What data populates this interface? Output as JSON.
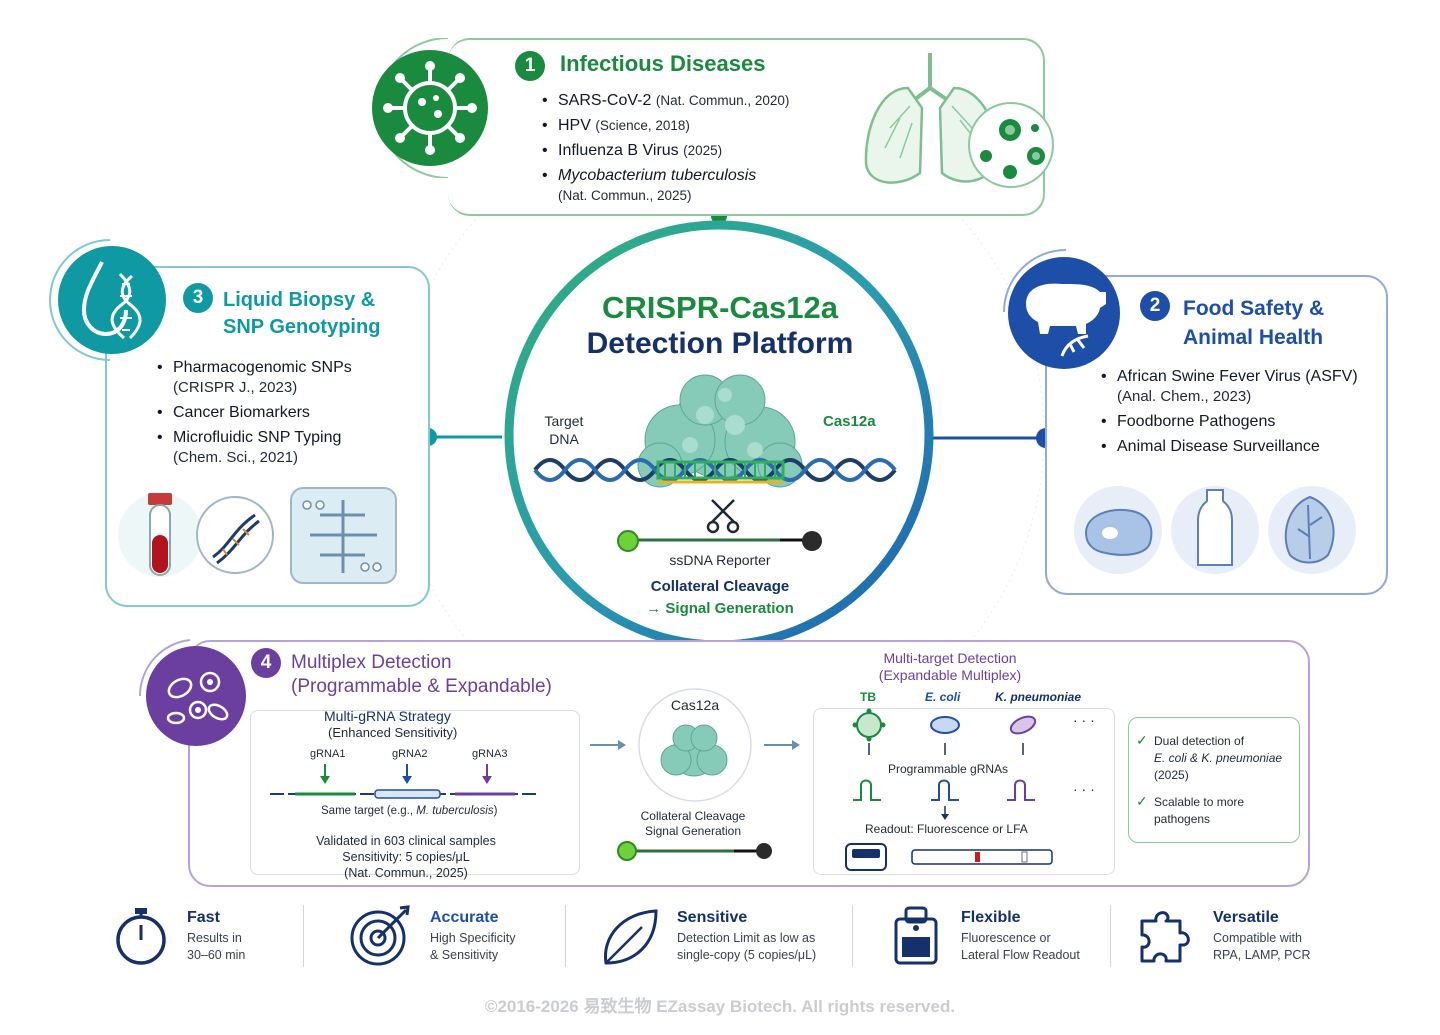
{
  "center": {
    "title": "CRISPR-Cas12a",
    "subtitle": "Detection Platform",
    "target_label_1": "Target",
    "target_label_2": "DNA",
    "cas_label": "Cas12a",
    "reporter_label": "ssDNA Reporter",
    "cleavage_label": "Collateral Cleavage",
    "signal_label": "→ Signal Generation"
  },
  "infectious": {
    "number": "1",
    "title": "Infectious Diseases",
    "items": [
      {
        "name": "SARS-CoV-2",
        "ref": "(Nat. Commun., 2020)"
      },
      {
        "name": "HPV",
        "ref": "(Science, 2018)"
      },
      {
        "name": "Influenza B Virus",
        "ref": "(2025)"
      },
      {
        "name": "Mycobacterium tuberculosis",
        "ref": "(Nat. Commun., 2025)"
      }
    ]
  },
  "food": {
    "number": "2",
    "title_1": "Food Safety &",
    "title_2": "Animal Health",
    "items": [
      {
        "name": "African Swine Fever Virus (ASFV)",
        "ref": "(Anal. Chem., 2023)"
      },
      {
        "name": "Foodborne Pathogens",
        "ref": ""
      },
      {
        "name": "Animal Disease Surveillance",
        "ref": ""
      }
    ]
  },
  "biopsy": {
    "number": "3",
    "title_1": "Liquid Biopsy &",
    "title_2": "SNP Genotyping",
    "items": [
      {
        "name": "Pharmacogenomic SNPs",
        "ref": "(CRISPR J., 2023)"
      },
      {
        "name": "Cancer Biomarkers",
        "ref": ""
      },
      {
        "name": "Microfluidic SNP Typing",
        "ref": "(Chem. Sci., 2021)"
      }
    ]
  },
  "multiplex": {
    "number": "4",
    "title_1": "Multiplex Detection",
    "title_2": "(Programmable & Expandable)",
    "strategy_title": "Multi-gRNA Strategy",
    "strategy_sub": "(Enhanced Sensitivity)",
    "grnas": [
      "gRNA1",
      "gRNA2",
      "gRNA3"
    ],
    "same_target_prefix": "Same target (e.g., ",
    "same_target_species": "M. tuberculosis",
    "same_target_suffix": ")",
    "validated": "Validated in 603 clinical samples",
    "sensitivity": "Sensitivity: 5 copies/μL",
    "validated_ref": "(Nat. Commun., 2025)",
    "cas_label": "Cas12a",
    "cleavage_1": "Collateral Cleavage",
    "cleavage_2": "Signal Generation",
    "multi_title_1": "Multi-target Detection",
    "multi_title_2": "(Expandable Multiplex)",
    "targets": [
      "TB",
      "E. coli",
      "K. pneumoniae"
    ],
    "ellipsis": "· · ·",
    "programmable": "Programmable gRNAs",
    "readout": "Readout: Fluorescence or LFA",
    "note1_1": "Dual detection of",
    "note1_2": "E. coli & K. pneumoniae",
    "note1_3": "(2025)",
    "note2_1": "Scalable to more",
    "note2_2": "pathogens"
  },
  "features": [
    {
      "title": "Fast",
      "line1": "Results in",
      "line2": "30–60 min",
      "icon": "stopwatch-icon"
    },
    {
      "title": "Accurate",
      "line1": "High Specificity",
      "line2": "& Sensitivity",
      "icon": "target-icon"
    },
    {
      "title": "Sensitive",
      "line1": "Detection Limit as low as",
      "line2": "single-copy (5 copies/μL)",
      "icon": "leaf-icon"
    },
    {
      "title": "Flexible",
      "line1": "Fluorescence or",
      "line2": "Lateral Flow Readout",
      "icon": "cartridge-icon"
    },
    {
      "title": "Versatile",
      "line1": "Compatible with",
      "line2": "RPA, LAMP, PCR",
      "icon": "puzzle-icon"
    }
  ],
  "footer": "©2016-2026 易致生物 EZassay Biotech. All rights reserved.",
  "colors": {
    "green": "#1a8a3e",
    "teal": "#0f9aa3",
    "blue": "#1d4fa8",
    "purple": "#6b3fa0",
    "navy": "#15306b"
  }
}
